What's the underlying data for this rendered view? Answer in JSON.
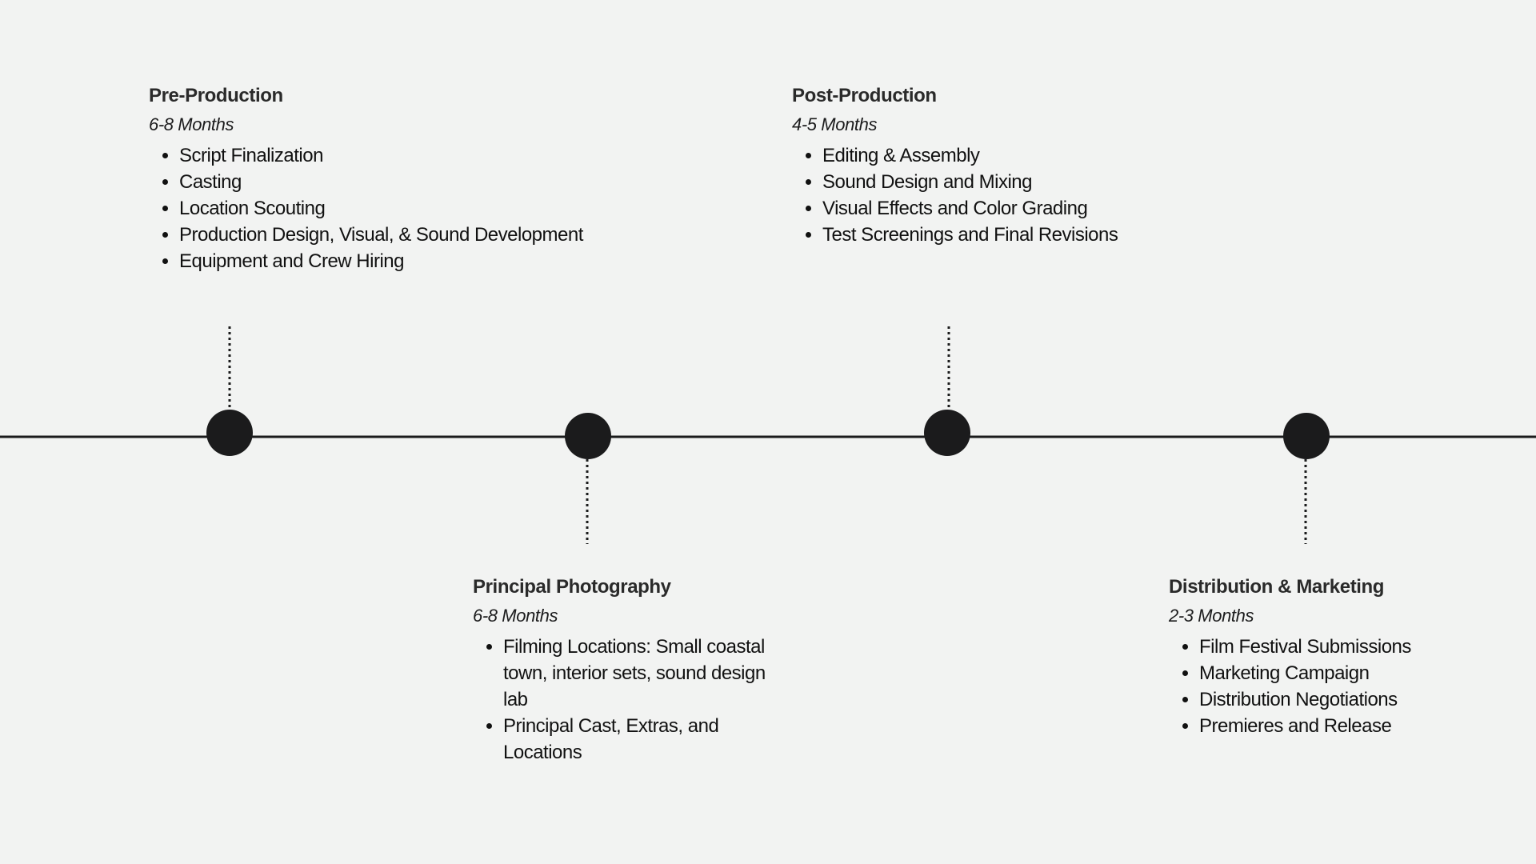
{
  "colors": {
    "background": "#f2f3f2",
    "line": "#1b1b1c",
    "node": "#1b1b1c"
  },
  "phases": [
    {
      "title": "Pre-Production",
      "duration": "6-8 Months",
      "items": [
        "Script Finalization",
        "Casting",
        "Location Scouting",
        "Production Design, Visual, & Sound Development",
        "Equipment and Crew Hiring"
      ]
    },
    {
      "title": "Principal Photography",
      "duration": "6-8 Months",
      "items": [
        "Filming Locations: Small coastal town, interior sets, sound design lab",
        "Principal Cast, Extras, and Locations"
      ]
    },
    {
      "title": "Post-Production",
      "duration": "4-5 Months",
      "items": [
        "Editing & Assembly",
        "Sound Design and Mixing",
        "Visual Effects and Color Grading",
        "Test Screenings and Final Revisions"
      ]
    },
    {
      "title": "Distribution & Marketing",
      "duration": "2-3 Months",
      "items": [
        "Film Festival Submissions",
        "Marketing Campaign",
        "Distribution Negotiations",
        "Premieres and Release"
      ]
    }
  ]
}
